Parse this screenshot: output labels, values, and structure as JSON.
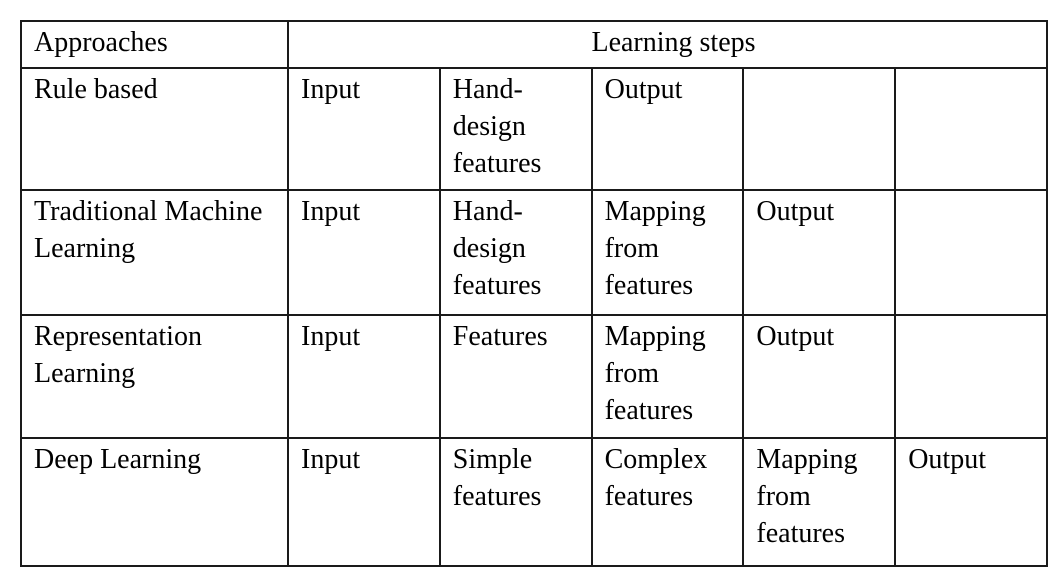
{
  "table": {
    "header": {
      "approaches_label": "Approaches",
      "learning_steps_label": "Learning steps",
      "learning_steps_colspan": 5
    },
    "columns": [
      "Approaches",
      "Learning steps"
    ],
    "rows": [
      {
        "approach": "Rule based",
        "steps": [
          "Input",
          "Hand-design features",
          "Output",
          "",
          ""
        ]
      },
      {
        "approach": "Traditional Machine Learning",
        "steps": [
          "Input",
          "Hand-design features",
          "Mapping from features",
          "Output",
          ""
        ]
      },
      {
        "approach": "Representation Learning",
        "steps": [
          "Input",
          "Features",
          "Mapping from features",
          "Output",
          ""
        ]
      },
      {
        "approach": "Deep Learning",
        "steps": [
          "Input",
          "Simple features",
          "Complex features",
          "Mapping from features",
          "Output"
        ]
      }
    ]
  },
  "colors": {
    "border": "#1a1a1a",
    "text": "#000000",
    "background": "#ffffff"
  }
}
